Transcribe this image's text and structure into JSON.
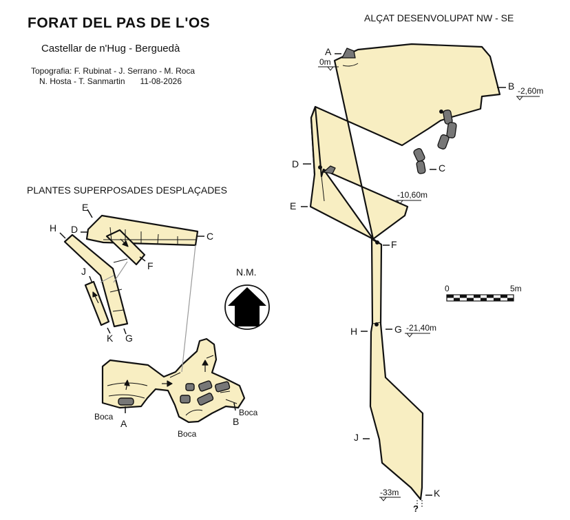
{
  "title": "FORAT DEL PAS DE L'OS",
  "subtitle": "Castellar de n'Hug - Berguedà",
  "credits": {
    "line1": "Topografia: F. Rubinat - J. Serrano - M. Roca",
    "line2": "N. Hosta - T. Sanmartin",
    "date": "11-08-2026"
  },
  "plan": {
    "heading": "PLANTES SUPERPOSADES DESPLAÇADES",
    "station_labels": [
      "E",
      "H",
      "D",
      "C",
      "F",
      "J",
      "K",
      "G",
      "A",
      "B"
    ],
    "entrances": [
      "Boca",
      "Boca",
      "Boca"
    ]
  },
  "north": {
    "label": "N.M."
  },
  "section": {
    "heading": "ALÇAT DESENVOLUPAT NW - SE",
    "station_labels": [
      "A",
      "B",
      "D",
      "C",
      "E",
      "F",
      "H",
      "G",
      "J",
      "K"
    ],
    "depths": [
      "0m",
      "-2,60m",
      "-10,60m",
      "-21,40m",
      "-33m"
    ],
    "unknown_mark": "?"
  },
  "scale": {
    "start": "0",
    "end": "5m"
  },
  "colors": {
    "cave_fill": "#f8eec2",
    "outline": "#111111",
    "block": "#777777",
    "paper": "#ffffff"
  }
}
